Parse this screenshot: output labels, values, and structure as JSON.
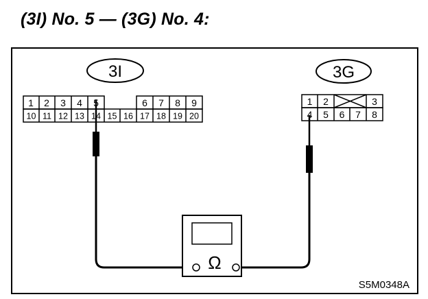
{
  "heading": "(3I) No. 5 — (3G) No. 4:",
  "figure_code": "S5M0348A",
  "connector_3i": {
    "label": "3I",
    "top_row": [
      "1",
      "2",
      "3",
      "4",
      "5",
      "6",
      "7",
      "8",
      "9"
    ],
    "bottom_row": [
      "10",
      "11",
      "12",
      "13",
      "14",
      "15",
      "16",
      "17",
      "18",
      "19",
      "20"
    ],
    "probe_pin": "5"
  },
  "connector_3g": {
    "label": "3G",
    "top_row": [
      "1",
      "2",
      "3"
    ],
    "bottom_row": [
      "4",
      "5",
      "6",
      "7",
      "8"
    ],
    "probe_pin": "4"
  },
  "meter": {
    "symbol": "Ω"
  }
}
